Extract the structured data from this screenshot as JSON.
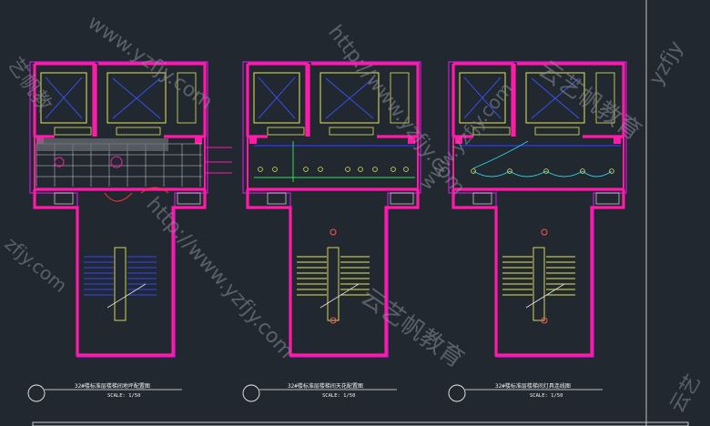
{
  "plans": [
    {
      "title": "32#楼标准层楼梯间地坪配置图",
      "scale": "SCALE: 1/50"
    },
    {
      "title": "32#楼标准层楼梯间天花配置图",
      "scale": "SCALE: 1/50"
    },
    {
      "title": "32#楼标准层楼梯间灯具连线图",
      "scale": "SCALE: 1/50"
    }
  ],
  "watermarks": {
    "url": "http://www.yzfjy.com",
    "url_short": "www.yzfjy.com",
    "brand": "云艺帆教育",
    "corner_top": "yzfjy",
    "corner_right": "云艺",
    "left_edge": "艺帆教",
    "left_edge_url": "zfjy.com"
  },
  "colors": {
    "background": "#212830",
    "walls": "#ff1aa8",
    "outline": "#c21bd6",
    "furniture": "#e6e65a",
    "stairs_plan1": "#3344ff",
    "ceiling_line": "#2b3bff",
    "light_line": "#33dd55",
    "arc_line": "#33ccdd"
  }
}
